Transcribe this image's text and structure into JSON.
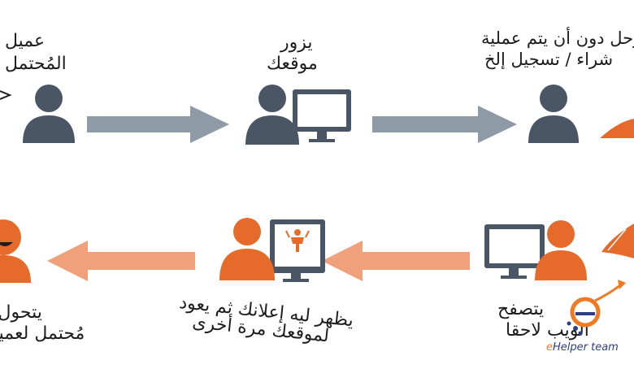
{
  "steps": [
    {
      "line1": "عميل",
      "line2": "المُحتمل"
    },
    {
      "line1": "يزور",
      "line2": "موقعك"
    },
    {
      "line1": "يرحل دون أن يتم عملية",
      "line2": "شراء / تسجيل إلخ"
    },
    {
      "line1": "يتصفح",
      "line2": "الويب لاحقا"
    },
    {
      "line1": "يظهر ليه إعلانك ثم يعود",
      "line2": "لموقعك مرة أخرى"
    },
    {
      "line1": "يتحول من",
      "line2": "مُحتمل لعميل"
    }
  ],
  "brand": {
    "e": "e",
    "rest": "Helper team",
    "logo_letter": "e"
  },
  "colors": {
    "slate": "#4a5566",
    "orange": "#e66a2a",
    "arrow_gray": "#8f9aa7",
    "arrow_orange": "#f0a07a"
  }
}
